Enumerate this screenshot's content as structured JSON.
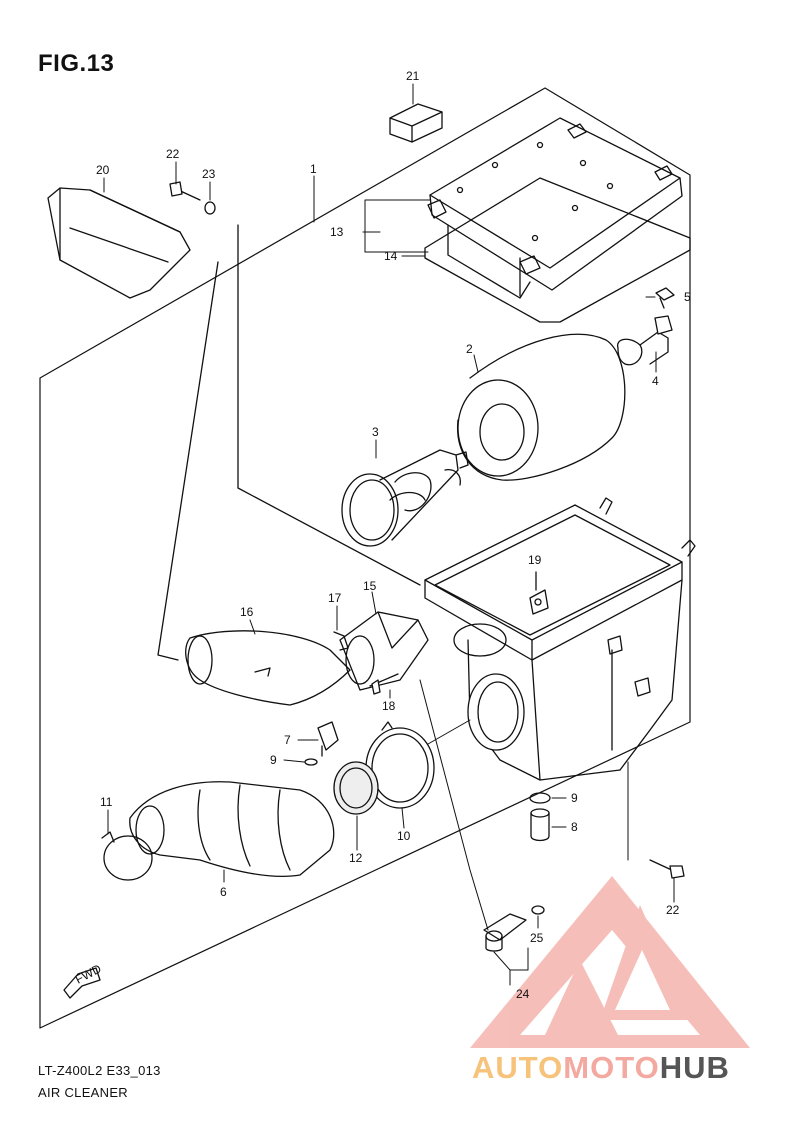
{
  "figure": {
    "title": "FIG.13",
    "model_code": "LT-Z400L2 E33_013",
    "section_name": "AIR CLEANER",
    "fwd_label": "FWD"
  },
  "callouts": [
    "1",
    "2",
    "3",
    "4",
    "5",
    "6",
    "7",
    "8",
    "9",
    "9",
    "10",
    "11",
    "12",
    "13",
    "14",
    "15",
    "16",
    "17",
    "18",
    "19",
    "20",
    "21",
    "22",
    "22",
    "23",
    "24",
    "25"
  ],
  "watermark": {
    "part1": "AUTO",
    "part2": "MOTO",
    "part3": "HUB",
    "colors": {
      "auto": "#f7c27a",
      "moto": "#f4a9a0",
      "hub": "#555555",
      "triangle": "#f08a80"
    }
  }
}
